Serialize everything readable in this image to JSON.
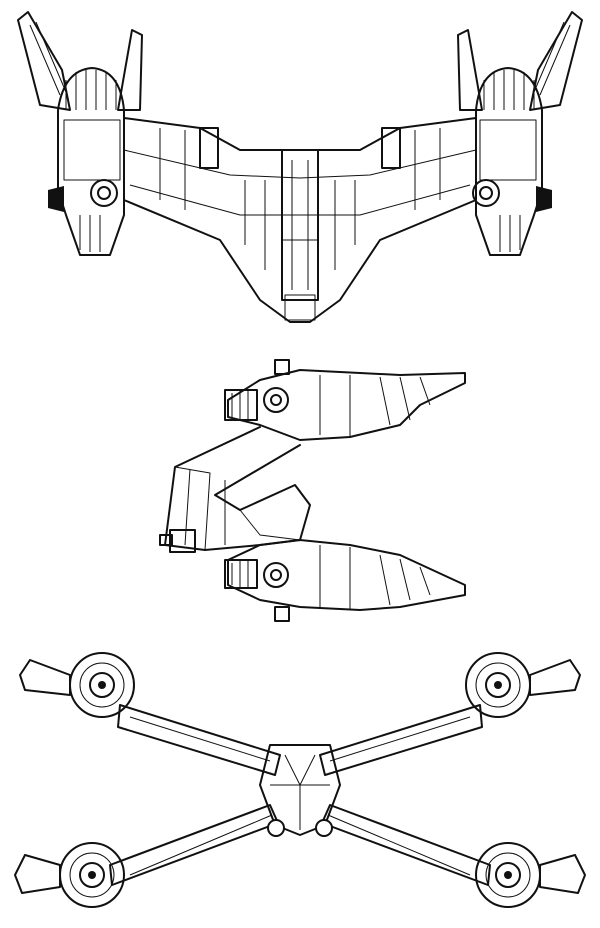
{
  "figure": {
    "views": [
      "top",
      "side",
      "front"
    ],
    "colors": {
      "ink": "#111111",
      "paper": "#ffffff"
    }
  }
}
